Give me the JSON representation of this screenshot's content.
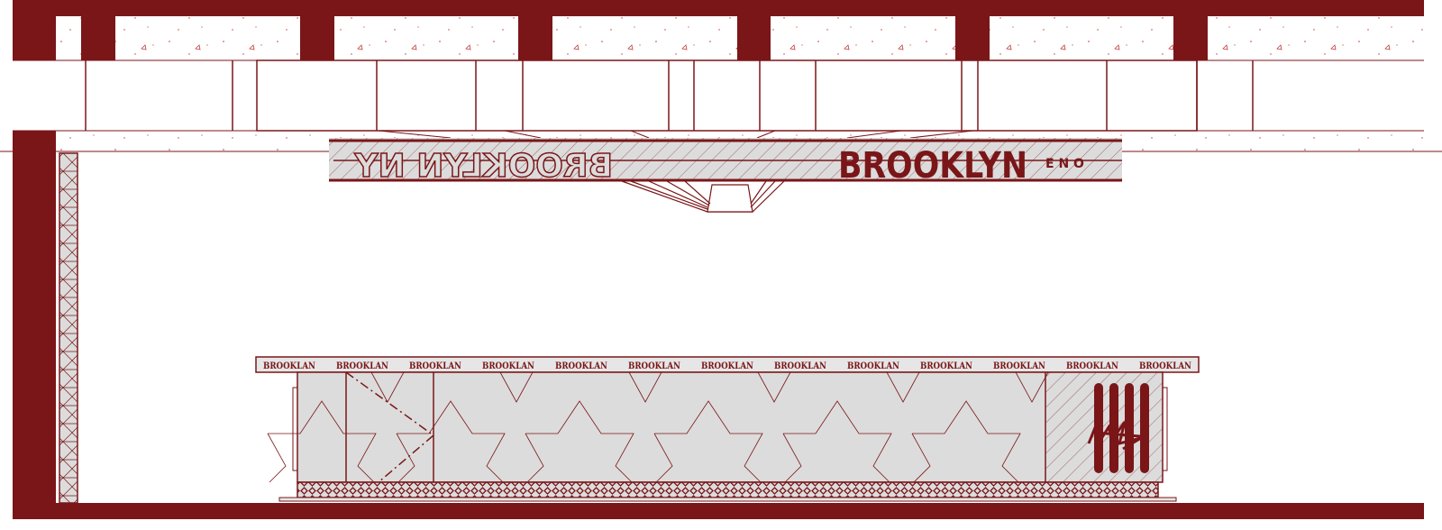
{
  "colors": {
    "primary": "#7a1618",
    "fill": "#dcdcdc",
    "concrete_dot": "#c0393b"
  },
  "sign": {
    "left_graffiti": "BROOKLYN NY",
    "right_graffiti": "BROOKLYN",
    "tag": "E N O"
  },
  "counter": {
    "band_label": "BROOKLAN",
    "band_repeat": 13
  }
}
